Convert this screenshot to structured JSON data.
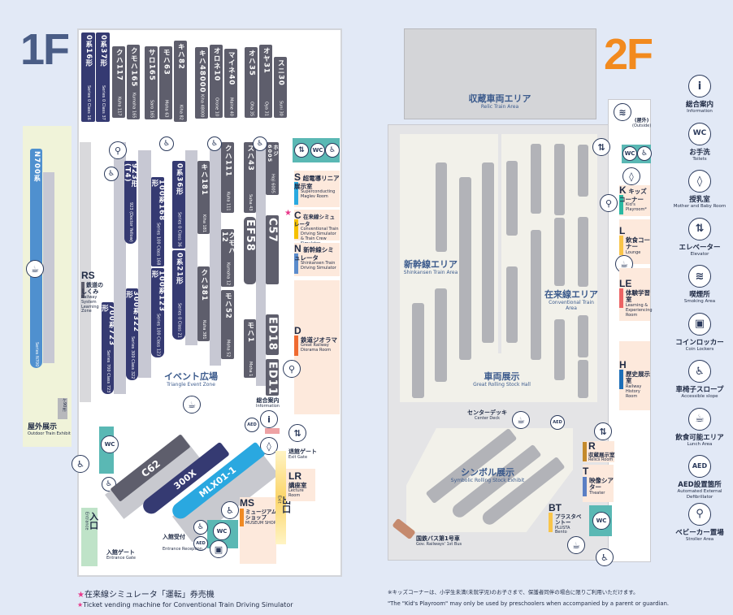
{
  "f1": {
    "label": "1F",
    "trains": [
      {
        "jp": "0系16形",
        "en": "Series 0 Class 16"
      },
      {
        "jp": "0系37形",
        "en": "Series 0 Class 37"
      },
      {
        "jp": "クハ117",
        "en": "Kuha 117"
      },
      {
        "jp": "クモハ165",
        "en": "Kumoha 165"
      },
      {
        "jp": "サロ165",
        "en": "Saro 165"
      },
      {
        "jp": "モハ63",
        "en": "Moha 63"
      },
      {
        "jp": "キハ82",
        "en": "Kiha 82"
      },
      {
        "jp": "キハ48000",
        "en": "Kiha 48000"
      },
      {
        "jp": "オロネ10",
        "en": "Orone 10"
      },
      {
        "jp": "マイネ40",
        "en": "Maine 40"
      },
      {
        "jp": "オハ35",
        "en": "Oha 35"
      },
      {
        "jp": "オヤ31",
        "en": "Oya 31"
      },
      {
        "jp": "スニ30",
        "en": "Suni 30"
      },
      {
        "jp": "923形(T4)",
        "en": "923 (Doctor Yellow)"
      },
      {
        "jp": "100系168形",
        "en": "Series 100 Class 168"
      },
      {
        "jp": "100系123形",
        "en": "Series 100 Class 123"
      },
      {
        "jp": "0系36形",
        "en": "Series 0 Class 36"
      },
      {
        "jp": "0系21形",
        "en": "Series 0 Class 21"
      },
      {
        "jp": "キハ181",
        "en": "Kiha 181"
      },
      {
        "jp": "クハ381",
        "en": "Kuha 381"
      },
      {
        "jp": "クハ111",
        "en": "Kuha 111"
      },
      {
        "jp": "クモハ12",
        "en": "Kumoha 12"
      },
      {
        "jp": "モハ52",
        "en": "Moha 52"
      },
      {
        "jp": "スハ43",
        "en": "Suha 43"
      },
      {
        "jp": "EF58",
        "en": ""
      },
      {
        "jp": "モハ1",
        "en": "Moha 1"
      },
      {
        "jp": "ホジ6005",
        "en": "Hoji 6005"
      },
      {
        "jp": "C57",
        "en": ""
      },
      {
        "jp": "ED18",
        "en": ""
      },
      {
        "jp": "ED11",
        "en": ""
      },
      {
        "jp": "300系322形",
        "en": "Series 300 Class 322"
      },
      {
        "jp": "700系723形",
        "en": "Series 700 Class 723"
      },
      {
        "jp": "N700系",
        "en": "Series N700"
      },
      {
        "jp": "C62",
        "en": ""
      },
      {
        "jp": "300X",
        "en": ""
      },
      {
        "jp": "MLX01-1",
        "en": ""
      }
    ],
    "rooms": {
      "S": {
        "code": "S",
        "jp": "超電導リニア展示室",
        "en": "Superconducting Maglev Room"
      },
      "C": {
        "code": "C",
        "jp": "在来線シミュレータ",
        "en": "Conventional Train Driving Simulator & Train Crew Simulator"
      },
      "N": {
        "code": "N",
        "jp": "新幹線シミュレータ",
        "en": "Shinkansen Train Driving Simulator"
      },
      "D": {
        "code": "D",
        "jp": "鉄道ジオラマ",
        "en": "Great Railway Diorama Room"
      },
      "RS": {
        "code": "RS",
        "jp": "鉄道のしくみ",
        "en": "Railway System Learning Zone"
      },
      "MS": {
        "code": "MS",
        "jp": "ミュージアムショップ",
        "en": "MUSEUM SHOP"
      },
      "LR": {
        "code": "LR",
        "jp": "講座室",
        "en": "Lecture Room"
      }
    },
    "event": {
      "jp": "イベント広場",
      "en": "Triangle Event Zone"
    },
    "info": {
      "jp": "総合案内",
      "en": "Information"
    },
    "outdoor": {
      "jp": "屋外展示",
      "en": "Outdoor Train Exhibit",
      "small": "ケ90形"
    },
    "exit_gate": {
      "jp": "退館ゲート",
      "en": "Exit Gate"
    },
    "exit": {
      "jp": "出口",
      "en": "Exit"
    },
    "entrance": {
      "jp": "入口",
      "en": "Entrance"
    },
    "entrance_gate": {
      "jp": "入館ゲート",
      "en": "Entrance Gate"
    },
    "reception": {
      "jp": "入館受付",
      "en": "Entrance Reception"
    },
    "aed": "AED"
  },
  "f2": {
    "label": "2F",
    "relic": {
      "jp": "収蔵車両エリア",
      "en": "Relic Train Area"
    },
    "shinkansen": {
      "jp": "新幹線エリア",
      "en": "Shinkansen Train Area"
    },
    "conventional": {
      "jp": "在来線エリア",
      "en": "Conventional Train Area"
    },
    "hall": {
      "jp": "車両展示",
      "en": "Great Rolling Stock Hall"
    },
    "symbolic": {
      "jp": "シンボル展示",
      "en": "Symbolic Rolling Stock Exhibit"
    },
    "deck": {
      "jp": "センターデッキ",
      "en": "Center Deck"
    },
    "bus": {
      "jp": "国鉄バス第1号車",
      "en": "Gov. Railways' 1st Bus"
    },
    "outside": {
      "jp": "(屋外)",
      "en": "(Outside)"
    },
    "rooms": {
      "K": {
        "code": "K",
        "jp": "キッズコーナー",
        "en": "Kid's Playroom*"
      },
      "L": {
        "code": "L",
        "jp": "飲食コーナー",
        "en": "Lounge"
      },
      "LE": {
        "code": "LE",
        "jp": "体験学習室",
        "en": "Learning & Experiencing Room"
      },
      "H": {
        "code": "H",
        "jp": "歴史展示室",
        "en": "Railway History Room"
      },
      "R": {
        "code": "R",
        "jp": "収蔵展示室",
        "en": "Relics Room"
      },
      "T": {
        "code": "T",
        "jp": "映像シアター",
        "en": "Theater"
      },
      "BT": {
        "code": "BT",
        "jp": "プラスタベントー",
        "en": "PLUSTA Bento"
      }
    }
  },
  "legend": [
    {
      "icon": "info-icon",
      "glyph": "i",
      "jp": "総合案内",
      "en": "Information"
    },
    {
      "icon": "toilet-icon",
      "glyph": "WC",
      "jp": "お手洗",
      "en": "Toilets"
    },
    {
      "icon": "baby-bottle-icon",
      "glyph": "◊",
      "jp": "授乳室",
      "en": "Mother and Baby Room"
    },
    {
      "icon": "elevator-icon",
      "glyph": "⇅",
      "jp": "エレベーター",
      "en": "Elevator"
    },
    {
      "icon": "smoking-icon",
      "glyph": "≋",
      "jp": "喫煙所",
      "en": "Smoking Area"
    },
    {
      "icon": "coin-locker-icon",
      "glyph": "▣",
      "jp": "コインロッカー",
      "en": "Coin Lockers"
    },
    {
      "icon": "accessible-slope-icon",
      "glyph": "♿",
      "jp": "車椅子スロープ",
      "en": "Accessible slope"
    },
    {
      "icon": "lunch-icon",
      "glyph": "☕",
      "jp": "飲食可能エリア",
      "en": "Lunch Area"
    },
    {
      "icon": "aed-icon",
      "glyph": "AED",
      "jp": "AED設置箇所",
      "en": "Automated External Defibrillator"
    },
    {
      "icon": "stroller-icon",
      "glyph": "⚲",
      "jp": "ベビーカー置場",
      "en": "Stroller Area"
    }
  ],
  "notes": {
    "ticket_jp": "在来線シミュレータ「運転」券売機",
    "ticket_en": "Ticket vending machine for Conventional Train Driving Simulator",
    "kids_jp": "※キッズコーナーは、小学生未満(未就学児)のお子さまで、保護者同伴の場合に限りご利用いただけます。",
    "kids_en": "\"The \"Kid's Playroom\" may only be used by preschoolers  when accompanied by a parent or guardian.",
    "star": "★"
  },
  "colors": {
    "navy": "#353a72",
    "gray_train": "#5e5e6c",
    "n700": "#4f90cf",
    "f1": "#4a5d86",
    "f2": "#f28a1e"
  }
}
